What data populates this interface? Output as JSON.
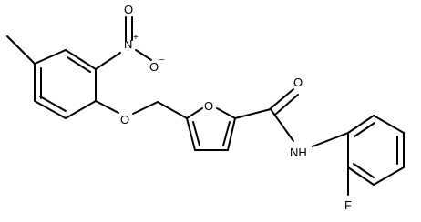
{
  "labels": {
    "nitro_n": "N",
    "nitro_n_charge": "+",
    "nitro_o_top": "O",
    "nitro_o_right": "O",
    "nitro_o_right_charge": "−",
    "ether_o": "O",
    "furan_o": "O",
    "carbonyl_o": "O",
    "amide_nh": "NH",
    "fluorine": "F"
  }
}
